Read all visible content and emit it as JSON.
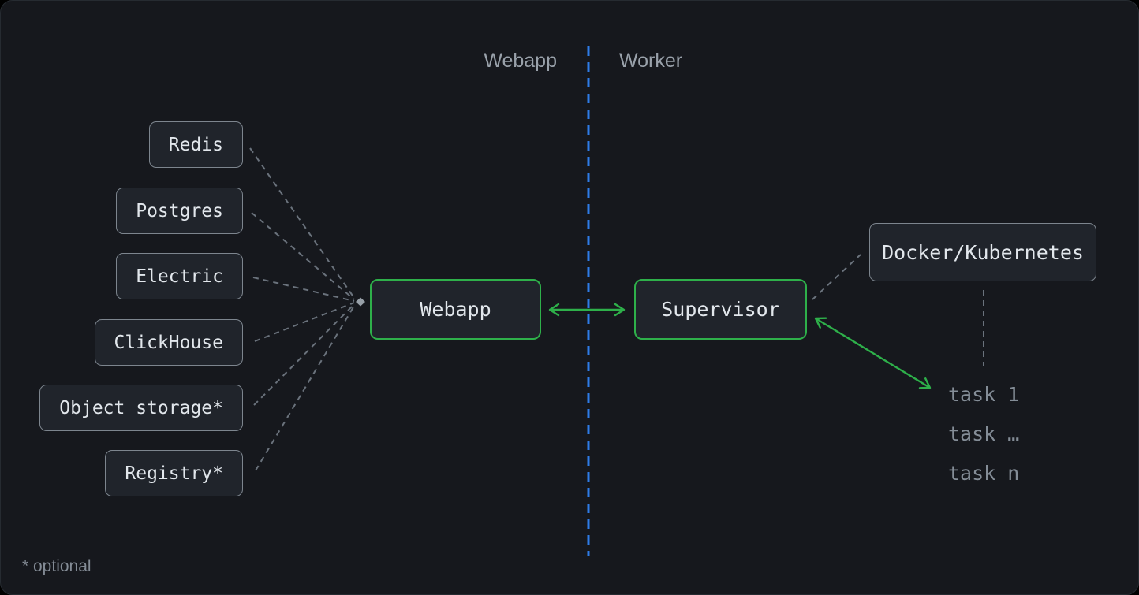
{
  "lanes": {
    "webapp_label": "Webapp",
    "worker_label": "Worker"
  },
  "services": [
    "Redis",
    "Postgres",
    "Electric",
    "ClickHouse",
    "Object storage*",
    "Registry*"
  ],
  "nodes": {
    "webapp": "Webapp",
    "supervisor": "Supervisor",
    "runtime": "Docker/Kubernetes"
  },
  "tasks": [
    "task 1",
    "task …",
    "task n"
  ],
  "footnote": "* optional",
  "colors": {
    "background": "#16181d",
    "box_fill": "#20242b",
    "box_border_gray": "#7d858e",
    "accent_green": "#2eb04a",
    "lane_divider_blue": "#2e7ce8",
    "connector_gray": "#6a727c",
    "text_primary": "#e2e7ec",
    "text_muted": "#848d97"
  },
  "edges": [
    {
      "from": "Redis",
      "to": "Webapp",
      "style": "dashed"
    },
    {
      "from": "Postgres",
      "to": "Webapp",
      "style": "dashed"
    },
    {
      "from": "Electric",
      "to": "Webapp",
      "style": "dashed"
    },
    {
      "from": "ClickHouse",
      "to": "Webapp",
      "style": "dashed"
    },
    {
      "from": "Object storage*",
      "to": "Webapp",
      "style": "dashed"
    },
    {
      "from": "Registry*",
      "to": "Webapp",
      "style": "dashed"
    },
    {
      "from": "Webapp",
      "to": "Supervisor",
      "style": "double-arrow"
    },
    {
      "from": "Supervisor",
      "to": "Docker/Kubernetes",
      "style": "dashed"
    },
    {
      "from": "Supervisor",
      "to": "tasks",
      "style": "double-arrow"
    },
    {
      "from": "Docker/Kubernetes",
      "to": "tasks",
      "style": "dashed"
    }
  ]
}
